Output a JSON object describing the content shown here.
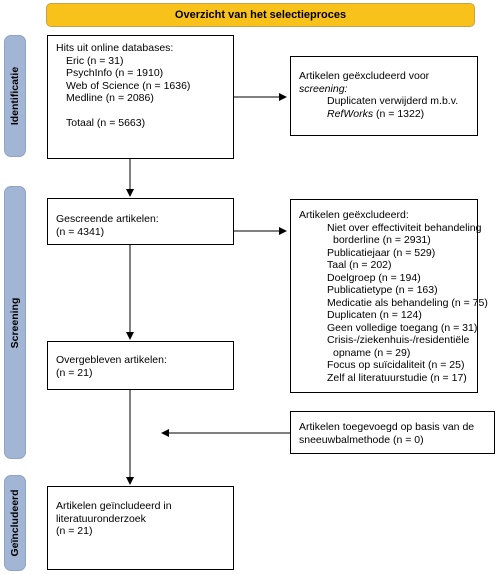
{
  "header": {
    "title": "Overzicht van het selectieproces"
  },
  "phases": [
    {
      "label": "Identificatie"
    },
    {
      "label": "Screening"
    },
    {
      "label": "Geïncludeerd"
    }
  ],
  "boxes": {
    "hits": {
      "lines": [
        "Hits uit online databases:",
        "Eric (n = 31)",
        "PsychInfo (n = 1910)",
        "Web of Science (n = 1636)",
        "Medline (n = 2086)",
        "",
        "Totaal (n = 5663)"
      ]
    },
    "excluded_identification": {
      "line1": "Artikelen geëxcludeerd voor",
      "line2": "screening:",
      "line3": "Duplicaten verwijderd m.b.v.",
      "line4_italic": "RefWorks",
      "line4_rest": " (n = 1322)"
    },
    "screened": {
      "lines": [
        "Gescreende artikelen:",
        "(n = 4341)"
      ]
    },
    "excluded_screening": {
      "title": "Artikelen geëxcludeerd:",
      "items": [
        "Niet over effectiviteit behandeling",
        "borderline (n = 2931)",
        "Publicatiejaar (n = 529)",
        "Taal (n = 202)",
        "Doelgroep (n = 194)",
        "Publicatietype (n = 163)",
        "Medicatie als behandeling (n = 75)",
        "Duplicaten (n = 124)",
        "Geen volledige toegang (n = 31)",
        "Crisis-/ziekenhuis-/residentiële",
        "opname (n = 29)",
        "Focus op suïcidaliteit (n = 25)",
        "Zelf al literatuurstudie (n = 17)"
      ]
    },
    "remaining": {
      "lines": [
        "Overgebleven artikelen:",
        "(n = 21)"
      ]
    },
    "added": {
      "lines": [
        "Artikelen toegevoegd op basis van de",
        "sneeuwbalmethode (n = 0)"
      ]
    },
    "included": {
      "lines": [
        "Artikelen geïncludeerd in",
        "literatuuronderzoek",
        "(n = 21)"
      ]
    }
  }
}
